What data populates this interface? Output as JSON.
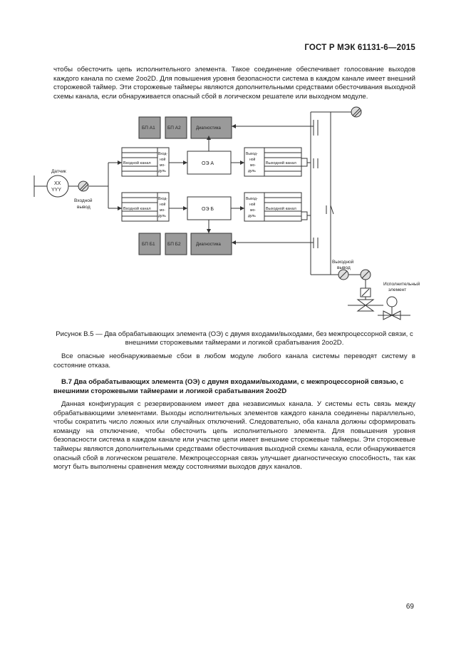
{
  "header": {
    "standard": "ГОСТ Р МЭК 61131-6—2015"
  },
  "intro_paragraph": "чтобы обесточить цепь исполнительного элемента. Такое соединение обеспечивает голосование выходов каждого канала по схеме 2оо2D. Для повышения уровня безопасности система в каждом канале имеет внешний сторожевой таймер. Эти сторожевые таймеры являются дополнительными средствами обесточивания выходной схемы канала, если обнаруживается опасный сбой в логическом решателе или выходном модуле.",
  "diagram": {
    "sensor_label": "Датчик",
    "sensor_value_1": "XX",
    "sensor_value_2": "YYY",
    "input_output_label_1": "Входной",
    "input_output_label_2": "вывод",
    "psu_a1": "БП А1",
    "psu_a2": "БП А2",
    "psu_b1": "БП Б1",
    "psu_b2": "БП Б2",
    "diagnostics": "Диагностика",
    "pe_a": "ОЭ А",
    "pe_b": "ОЭ Б",
    "input_channel": "Входной канал",
    "output_channel": "Выходной канал",
    "input_module_label": [
      "Вход-",
      "ной",
      "мо-",
      "дуль"
    ],
    "output_module_label": [
      "Выход-",
      "ной",
      "мо-",
      "дуль"
    ],
    "output_terminal_1": "Выходной",
    "output_terminal_2": "вывод",
    "actuator_1": "Исполнительный",
    "actuator_2": "элемент"
  },
  "figure_caption_line1": "Рисунок В.5 — Два обрабатывающих элемента (ОЭ) с двумя входами/выходами, без межпроцессорной связи, с",
  "figure_caption_line2": "внешними сторожевыми таймерами и логикой срабатывания 2оо2D.",
  "paragraph_after_figure": "Все опасные необнаруживаемые сбои в любом модуле любого канала системы переводят систему в состояние отказа.",
  "section_heading": "В.7 Два обрабатывающих элемента (ОЭ) с двумя входами/выходами, с межпроцессорной связью, с внешними сторожевыми таймерами и логикой срабатывания 2оо2D",
  "section_paragraph": "Данная конфигурация с резервированием имеет два независимых канала. У системы есть связь между обрабатывающими элементами. Выходы исполнительных элементов каждого канала соединены параллельно, чтобы сократить число ложных или случайных отключений. Следовательно, оба канала должны сформировать команду на отключение, чтобы обесточить цепь исполнительного элемента. Для повышения уровня безопасности система в каждом канале или участке цепи имеет внешние сторожевые таймеры. Эти сторожевые таймеры являются дополнительными средствами обесточивания выходной схемы канала, если обнаруживается опасный сбой в логическом решателе. Межпроцессорная связь улучшает диагностическую способность, так как могут быть выполнены сравнения между состояниями выходов двух каналов.",
  "page_number": "69"
}
